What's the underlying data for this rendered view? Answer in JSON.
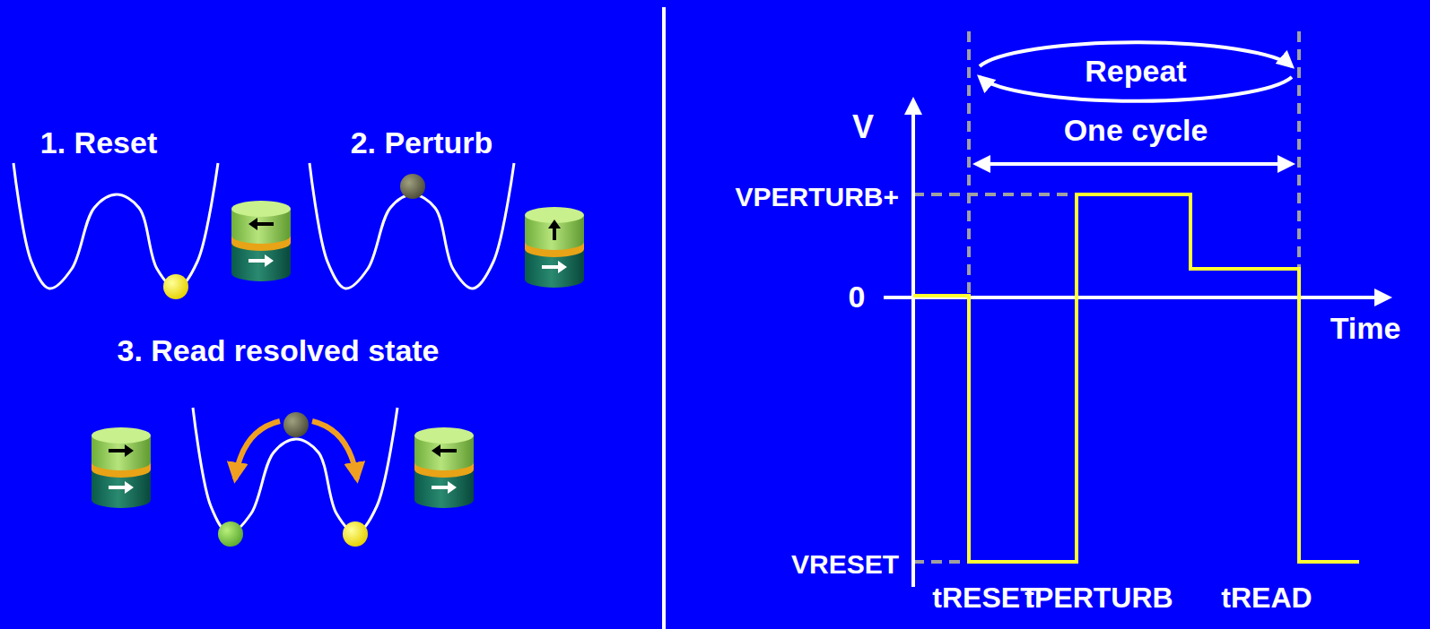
{
  "diagram": {
    "labels": [
      "1. Reset",
      "2. Perturb",
      "3. Read resolved state",
      "Repeat",
      "V",
      "One cycle",
      "VPERTURB+",
      "0",
      "Time",
      "VRESET",
      "tRESET",
      "tPERTURB",
      "tREAD"
    ]
  }
}
